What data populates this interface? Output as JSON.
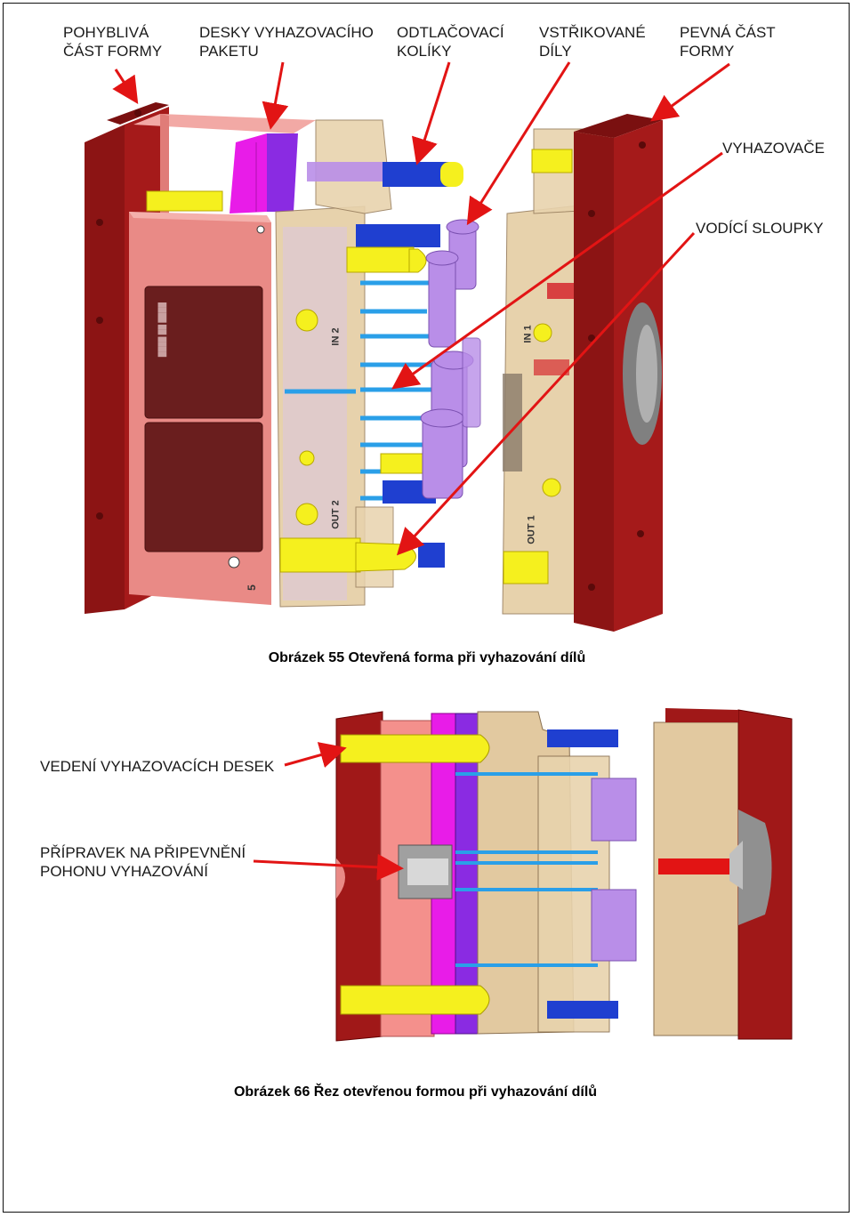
{
  "figure1": {
    "labels": {
      "moving_half": "POHYBLIVÁ ČÁST FORMY",
      "ejector_plates": "DESKY VYHAZOVACÍHO PAKETU",
      "sprue_pins": "ODTLAČOVACÍ KOLÍKY",
      "molded_parts": "VSTŘIKOVANÉ DÍLY",
      "fixed_half": "PEVNÁ ČÁST FORMY",
      "ejectors": "VYHAZOVAČE",
      "guide_pillars": "VODÍCÍ SLOUPKY"
    },
    "caption": "Obrázek 55 Otevřená forma při vyhazování dílů",
    "plate_marks": {
      "in1": "IN 1",
      "in2": "IN 2",
      "out1": "OUT 1",
      "out2": "OUT 2",
      "five": "5"
    }
  },
  "figure2": {
    "labels": {
      "ejector_guide": "VEDENÍ VYHAZOVACÍCH DESEK",
      "drive_fixture": "PŘÍPRAVEK NA PŘIPEVNĚNÍ POHONU VYHAZOVÁNÍ"
    },
    "caption": "Obrázek 66 Řez otevřenou formou při vyhazování dílů"
  },
  "colors": {
    "mold_red": "#a01818",
    "plate_pink": "#e98a86",
    "ejector_magenta": "#e81ce8",
    "ejector_purple": "#8a2be2",
    "cavity_tan": "#e2c9a0",
    "pillar_yellow": "#f5f01e",
    "pin_blue": "#1f3fd0",
    "ejector_pin_blue": "#2a9fe8",
    "part_lavender": "#b98ee8",
    "arrow_red": "#e21414"
  }
}
